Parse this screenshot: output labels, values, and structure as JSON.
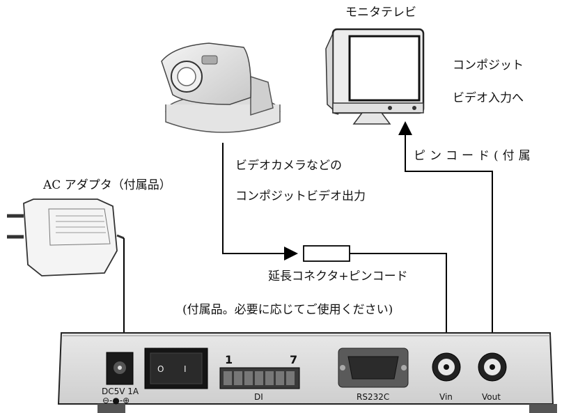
{
  "labels": {
    "monitor_title": "モニタテレビ",
    "composite_line1": "コンポジット",
    "composite_line2": "ビデオ入力へ",
    "camera_line1": "ビデオカメラなどの",
    "camera_line2": "コンポジットビデオ出力",
    "pin_cord": "ピンコード(付属",
    "ac_adapter": "AC アダプタ（付属品）",
    "extension": "延長コネクタ+ピンコード",
    "extension_note": "(付属品。必要に応じてご使用ください)"
  },
  "panel": {
    "power_spec": "DC5V 1A",
    "polarity": "⊖-●-⊕",
    "switch_on": "O",
    "switch_off": "I",
    "di_start": "1",
    "di_end": "7",
    "di_label": "DI",
    "rs232c": "RS232C",
    "vin": "Vin",
    "vout": "Vout"
  }
}
